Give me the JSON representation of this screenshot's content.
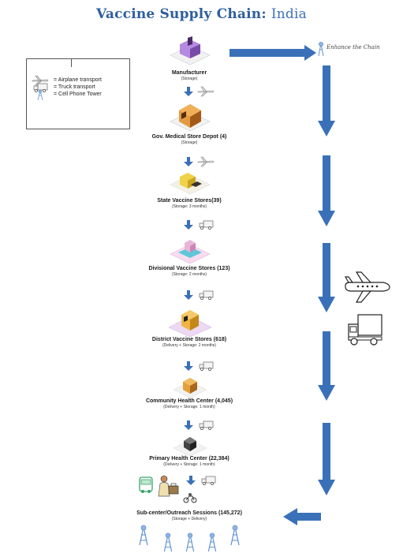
{
  "title": {
    "main": "Vaccine Supply Chain:",
    "country": "India"
  },
  "legend": {
    "items": [
      {
        "icon": "airplane-icon",
        "label": "= Airplane transport"
      },
      {
        "icon": "truck-icon",
        "label": "= Truck transport"
      },
      {
        "icon": "cell-tower-icon",
        "label": "= Cell Phone Tower"
      }
    ]
  },
  "enhance_label": "Enhance the Chain",
  "nodes": [
    {
      "name": "Manufacturer",
      "sub": "(Storage)",
      "transport": "airplane"
    },
    {
      "name": "Gov. Medical Store Depot (4)",
      "sub": "(Storage)",
      "transport": "airplane"
    },
    {
      "name": "State Vaccine Stores(39)",
      "sub": "(Storage: 3 months)",
      "transport": "truck"
    },
    {
      "name": "Divisional Vaccine Stores (123)",
      "sub": "(Storage: 2 months)",
      "transport": "truck"
    },
    {
      "name": "District Vaccine Stores (618)",
      "sub": "(Delivery + Storage: 2 months)",
      "transport": "truck"
    },
    {
      "name": "Community Health Center (4,045)",
      "sub": "(Delivery + Storage: 1 month)",
      "transport": "truck"
    },
    {
      "name": "Primary Health Center (22,384)",
      "sub": "(Delivery + Storage: 1 month)",
      "transport": "truck"
    },
    {
      "name": "Sub-center/Outreach Sessions (145,272)",
      "sub": "(Storage + Delivery)",
      "transport": ""
    }
  ],
  "colors": {
    "title": "#2f5f9e",
    "arrow": "#3a70b8",
    "box_manufacturer": "#8a5ab8",
    "box_depot": "#c9762a",
    "box_state": "#e8c93a",
    "box_divisional": "#48bcd0",
    "box_district": "#e0a230",
    "box_chc": "#d9922d",
    "box_phc": "#333333",
    "tower": "#5d8fcf"
  }
}
